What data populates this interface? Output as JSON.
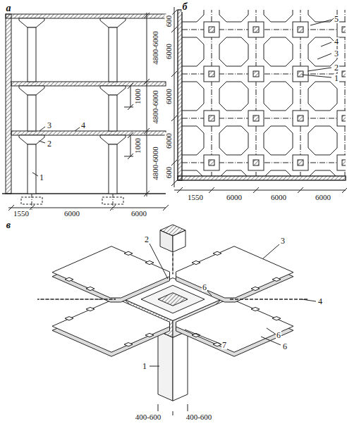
{
  "diagram": {
    "labels": [
      "а",
      "б",
      "в",
      "4800-6000",
      "1000",
      "4800-6000",
      "1000",
      "4800-6000",
      "1550",
      "6000",
      "6000",
      "1",
      "2",
      "3",
      "4",
      "600",
      "6000",
      "6000",
      "6000",
      "600",
      "1550",
      "6000",
      "6000",
      "6000",
      "5",
      "4",
      "3",
      "2",
      "1",
      "2",
      "3",
      "4",
      "6",
      "6",
      "6",
      "1",
      "7",
      "400-600",
      "400-600"
    ]
  }
}
